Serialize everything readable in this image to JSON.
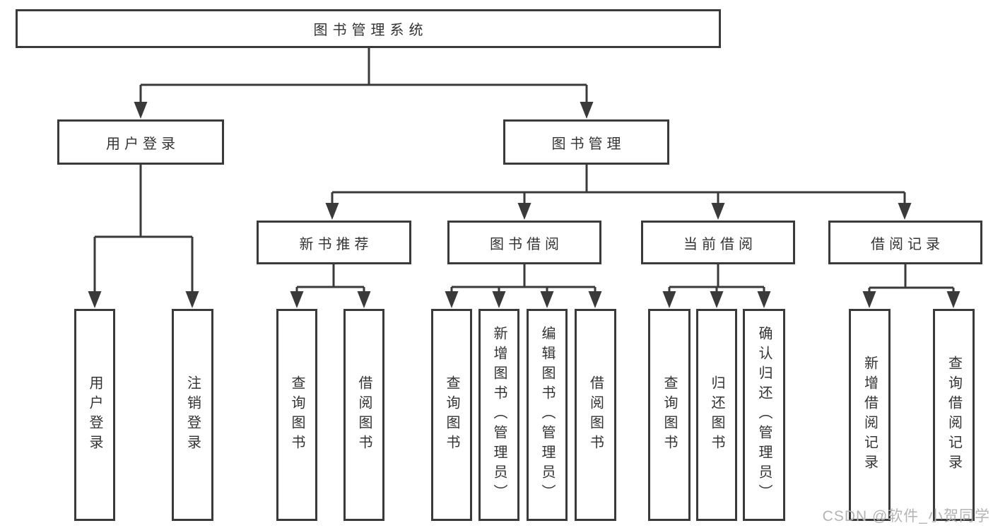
{
  "colors": {
    "line": "#3a3a3a",
    "text": "#333333",
    "background": "#ffffff",
    "watermark": "#b4b4b4"
  },
  "watermark": {
    "text": "CSDN @软件_小贺同学"
  },
  "diagram": {
    "type": "hierarchy-tree",
    "root": {
      "label": "图书管理系统",
      "children": [
        {
          "label": "用户登录",
          "children": [
            {
              "label": "用户登录"
            },
            {
              "label": "注销登录"
            }
          ]
        },
        {
          "label": "图书管理",
          "children": [
            {
              "label": "新书推荐",
              "children": [
                {
                  "label": "查询图书"
                },
                {
                  "label": "借阅图书"
                }
              ]
            },
            {
              "label": "图书借阅",
              "children": [
                {
                  "label": "查询图书"
                },
                {
                  "label": "新增图书（管理员）"
                },
                {
                  "label": "编辑图书（管理员）"
                },
                {
                  "label": "借阅图书"
                }
              ]
            },
            {
              "label": "当前借阅",
              "children": [
                {
                  "label": "查询图书"
                },
                {
                  "label": "归还图书"
                },
                {
                  "label": "确认归还（管理员）"
                }
              ]
            },
            {
              "label": "借阅记录",
              "children": [
                {
                  "label": "新增借阅记录"
                },
                {
                  "label": "查询借阅记录"
                }
              ]
            }
          ]
        }
      ]
    }
  }
}
